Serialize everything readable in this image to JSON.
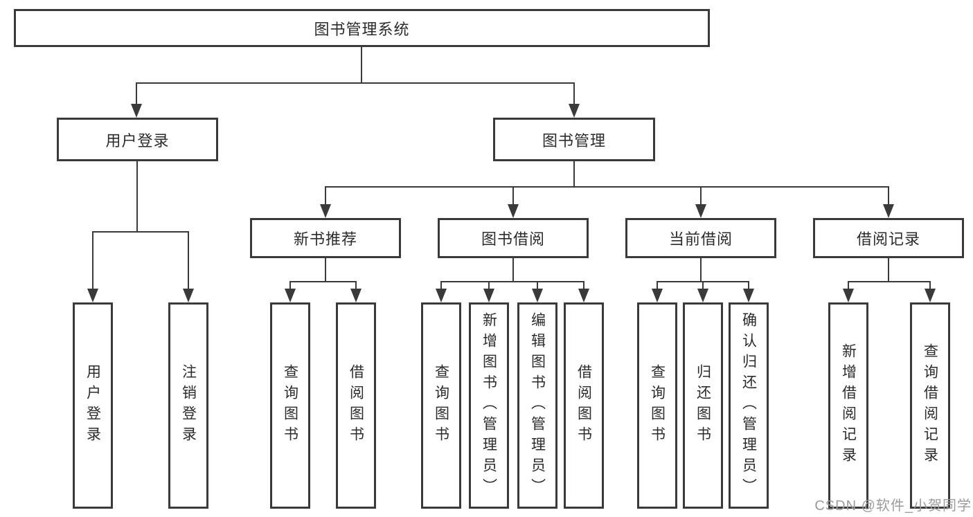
{
  "diagram_title": "图书管理系统",
  "tree": {
    "label": "图书管理系统",
    "children": [
      {
        "label": "用户登录",
        "children": [
          {
            "label": "用户登录"
          },
          {
            "label": "注销登录"
          }
        ]
      },
      {
        "label": "图书管理",
        "children": [
          {
            "label": "新书推荐",
            "children": [
              {
                "label": "查询图书"
              },
              {
                "label": "借阅图书"
              }
            ]
          },
          {
            "label": "图书借阅",
            "children": [
              {
                "label": "查询图书"
              },
              {
                "label": "新增图书（管理员）"
              },
              {
                "label": "编辑图书（管理员）"
              },
              {
                "label": "借阅图书"
              }
            ]
          },
          {
            "label": "当前借阅",
            "children": [
              {
                "label": "查询图书"
              },
              {
                "label": "归还图书"
              },
              {
                "label": "确认归还（管理员）"
              }
            ]
          },
          {
            "label": "借阅记录",
            "children": [
              {
                "label": "新增借阅记录"
              },
              {
                "label": "查询借阅记录"
              }
            ]
          }
        ]
      }
    ]
  },
  "watermark": {
    "text": "CSDN @软件_小贺同学"
  },
  "colors": {
    "line": "#3a3a3a",
    "box_border": "#3a3a3a",
    "box_fill": "#ffffff",
    "text": "#2b2b2b",
    "watermark": "#9b9b9b",
    "background": "#ffffff"
  }
}
